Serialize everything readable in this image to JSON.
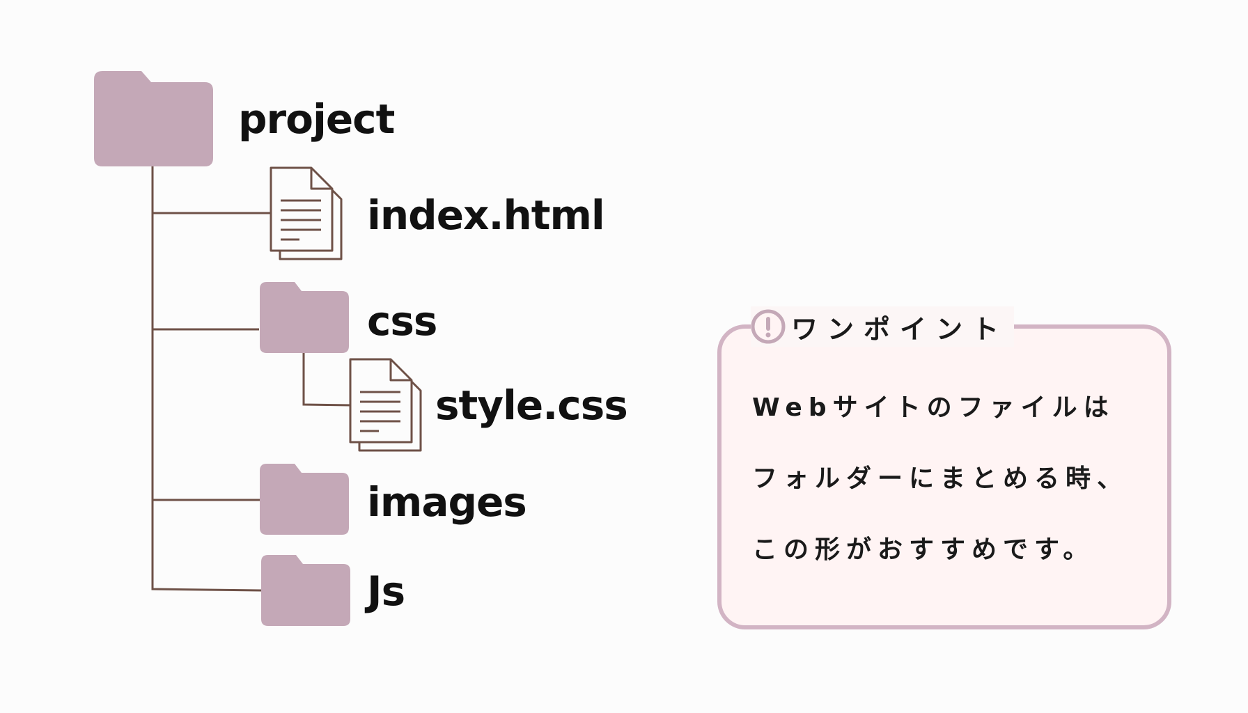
{
  "tree": {
    "root": {
      "name": "project",
      "icon": "folder-icon"
    },
    "items": [
      {
        "name": "index.html",
        "icon": "document-icon"
      },
      {
        "name": "css",
        "icon": "folder-icon"
      },
      {
        "name": "style.css",
        "icon": "document-icon"
      },
      {
        "name": "images",
        "icon": "folder-icon"
      },
      {
        "name": "Js",
        "icon": "folder-icon"
      }
    ]
  },
  "tip": {
    "icon": "exclamation-icon",
    "title": "ワンポイント",
    "lines": [
      "Webサイトのファイルは",
      "フォルダーにまとめる時、",
      "この形がおすすめです。"
    ]
  },
  "colors": {
    "folder": "#c4a8b7",
    "line": "#6e5147",
    "tip_border": "#d2b4c4",
    "tip_background": "#fff4f4",
    "text": "#111111"
  }
}
